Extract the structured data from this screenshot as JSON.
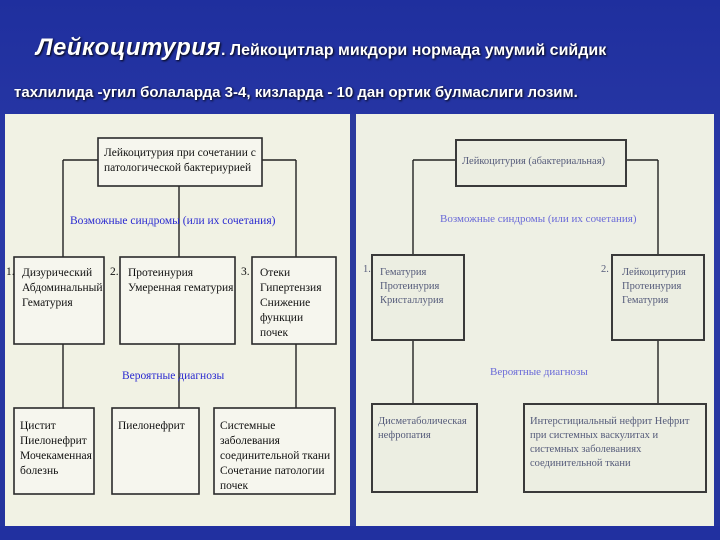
{
  "header": {
    "title_main": "Лейкоцитурия",
    "title_rest": ". Лейкоцитлар микдори нормада умумий сийдик",
    "subtitle": "тахлилида -угил болаларда 3-4, кизларда - 10 дан ортик булмаслиги лозим."
  },
  "left": {
    "top_box": "Лейкоцитурия при сочетании с патологической бактериурией",
    "syndromes_label": "Возможные синдромы  (или их сочетания)",
    "syndromes": [
      {
        "num": "1.",
        "text": "Дизурический Абдоминальный Гематурия"
      },
      {
        "num": "2.",
        "text": "Протеинурия Умеренная гематурия"
      },
      {
        "num": "3.",
        "text": "Отеки Гипертензия Снижение функции почек"
      }
    ],
    "diagnoses_label": "Вероятные   диагнозы",
    "diagnoses": [
      "Цистит Пиелонефрит Мочекаменная болезнь",
      "Пиелонефрит",
      "Системные заболевания соединительной ткани Сочетание патологии почек"
    ]
  },
  "right": {
    "top_box": "Лейкоцитурия (абактериальная)",
    "syndromes_label": "Возможные синдромы  (или их сочетания)",
    "syndromes": [
      {
        "num": "1.",
        "text": "Гематурия Протеинурия Кристаллурия"
      },
      {
        "num": "2.",
        "text": "Лейкоцитурия Протеинурия Гематурия"
      }
    ],
    "diagnoses_label": "Вероятные диагнозы",
    "diagnoses": [
      "Дисметаболическая нефропатия",
      "Интерстициальный нефрит Нефрит при системных васкулитах и системных заболеваниях соединительной ткани"
    ]
  }
}
